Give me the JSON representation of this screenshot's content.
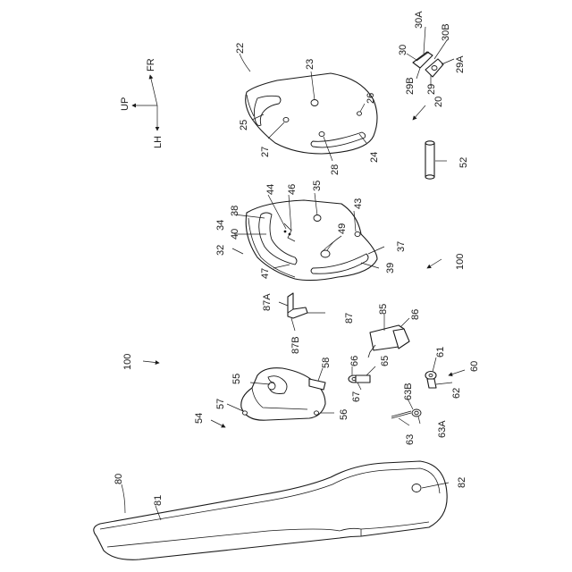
{
  "directions": {
    "up": "UP",
    "fr": "FR",
    "lh": "LH"
  },
  "labels": {
    "l22": "22",
    "l23": "23",
    "l25": "25",
    "l26": "26",
    "l27": "27",
    "l28": "28",
    "l24": "24",
    "l30": "30",
    "l30A": "30A",
    "l30B": "30B",
    "l29": "29",
    "l29A": "29A",
    "l29B": "29B",
    "l20": "20",
    "l52": "52",
    "l44": "44",
    "l46": "46",
    "l35": "35",
    "l38": "38",
    "l34": "34",
    "l40": "40",
    "l43": "43",
    "l49": "49",
    "l32": "32",
    "l47": "47",
    "l37": "37",
    "l39": "39",
    "l100a": "100",
    "l87A": "87A",
    "l87": "87",
    "l87B": "87B",
    "l85": "85",
    "l86": "86",
    "l100b": "100",
    "l58": "58",
    "l55": "55",
    "l57": "57",
    "l54": "54",
    "l56": "56",
    "l66": "66",
    "l65": "65",
    "l67": "67",
    "l61": "61",
    "l60": "60",
    "l62": "62",
    "l63B": "63B",
    "l63": "63",
    "l63A": "63A",
    "l80": "80",
    "l81": "81",
    "l82": "82"
  }
}
